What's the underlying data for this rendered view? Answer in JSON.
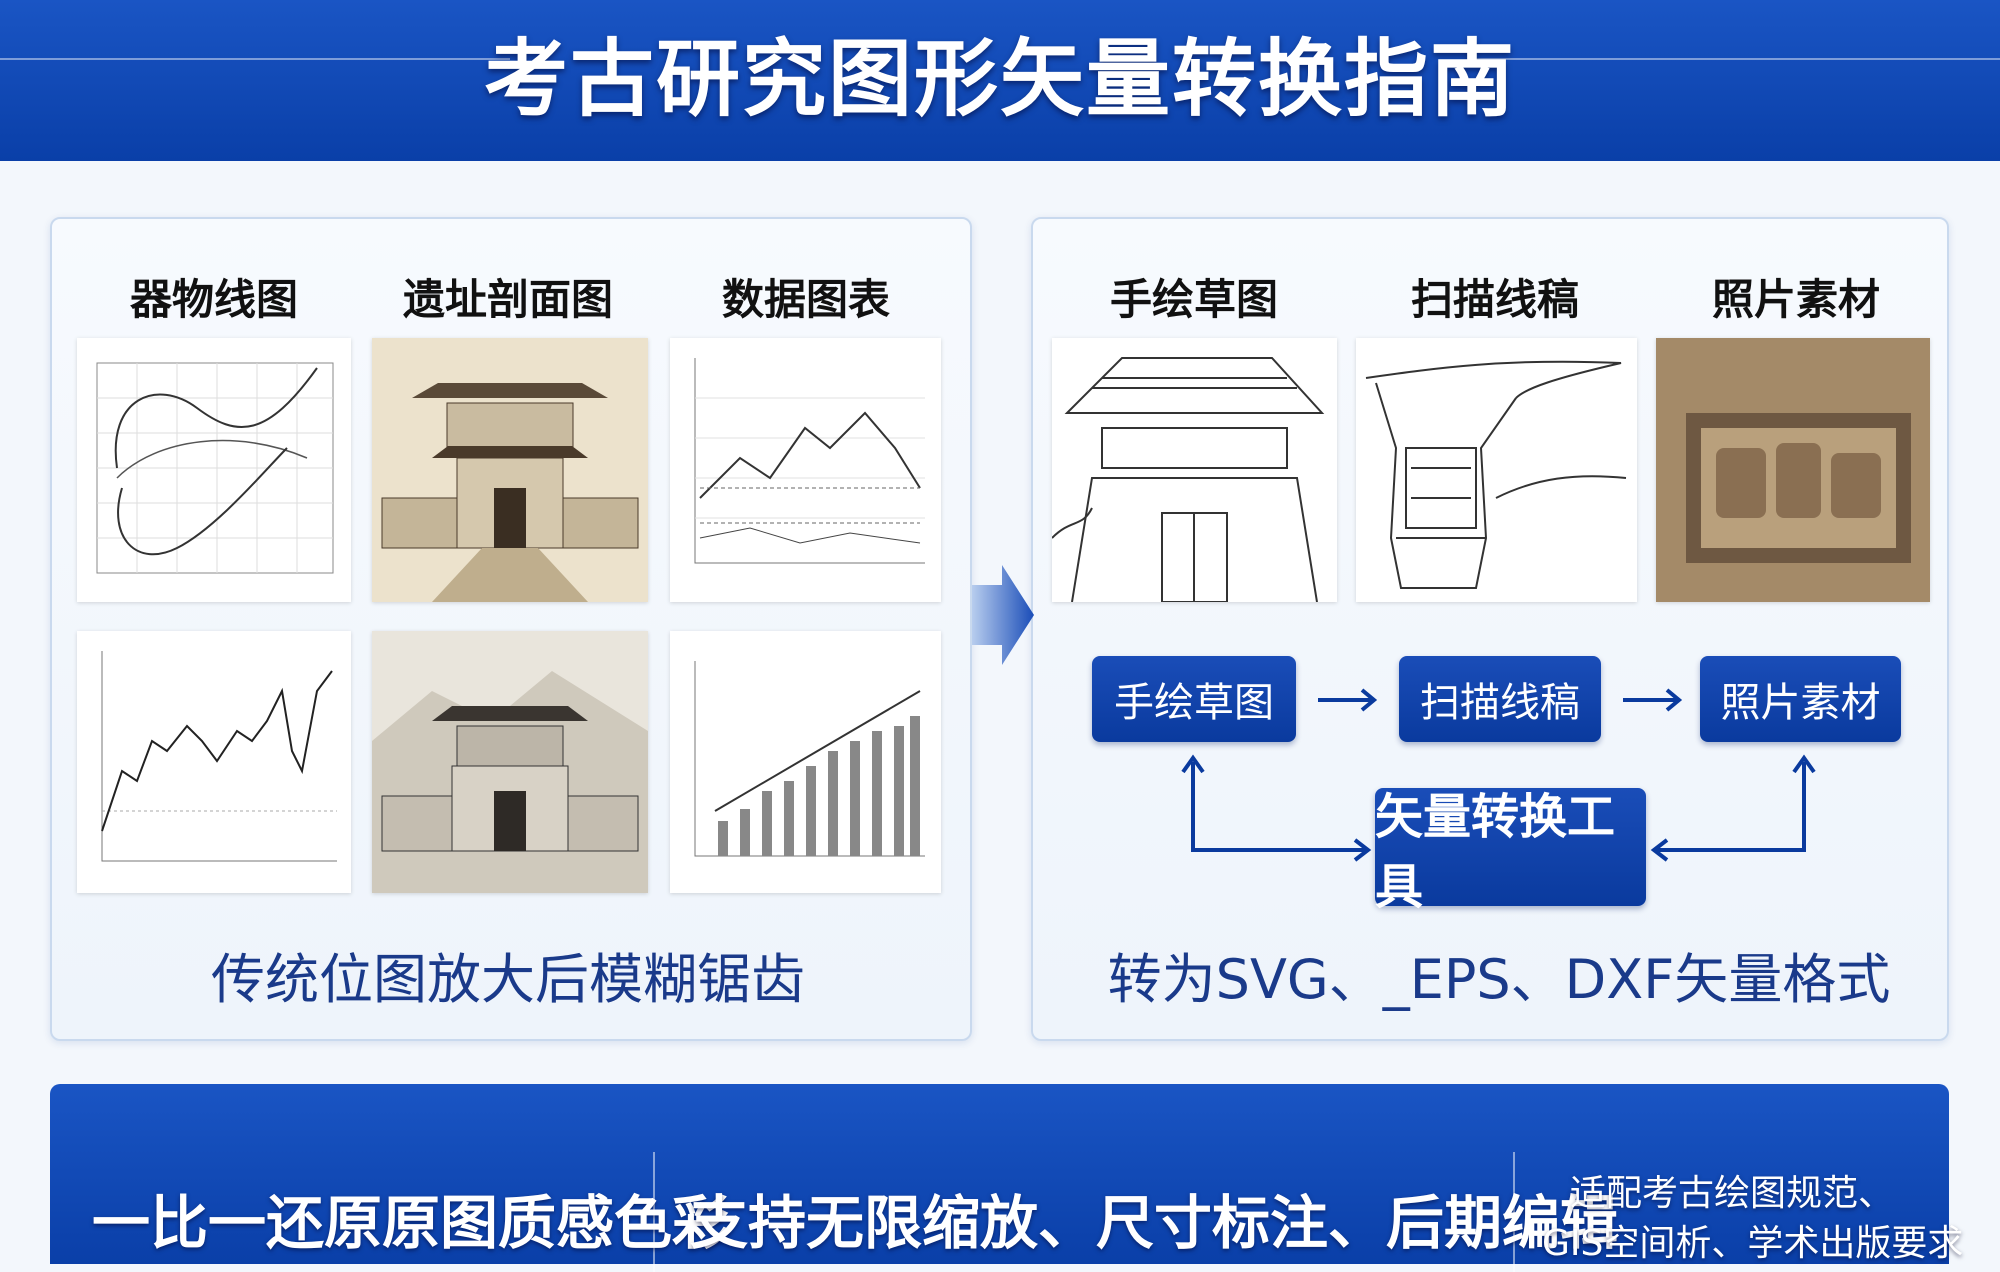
{
  "header": {
    "title": "考古研究图形矢量转换指南"
  },
  "left_panel": {
    "columns": [
      "器物线图",
      "遗址剖面图",
      "数据图表"
    ],
    "caption": "传统位图放大后模糊锯齿"
  },
  "right_panel": {
    "columns": [
      "手绘草图",
      "扫描线稿",
      "照片素材"
    ],
    "flow": [
      "手绘草图",
      "扫描线稿",
      "照片素材"
    ],
    "tool": "矢量转换工具",
    "caption": "转为SVG、_EPS、DXF矢量格式"
  },
  "bottom": {
    "items": [
      "一比一还原原图质感色彩",
      "支持无限缩放、尺寸标注、后期编辑"
    ],
    "note_line1": "适配考古绘图规范、",
    "note_line2": "GIS空间析、学术出版要求"
  },
  "colors": {
    "brand": "#0a3fa8",
    "caption": "#1a3a8a"
  }
}
